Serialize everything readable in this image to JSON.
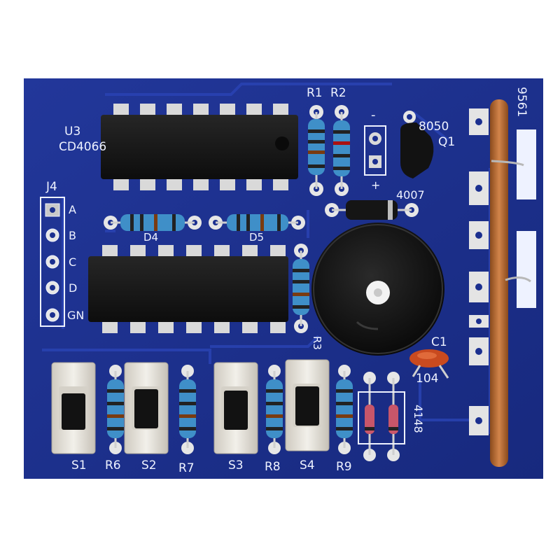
{
  "board": {
    "colors": {
      "pcb": "#1b2f8f",
      "pcb_dark": "#13236b",
      "silk": "#eef2ff",
      "ic_body": "#141414",
      "pin": "#d9d9d9",
      "switch_body": "#e7e4dc",
      "antenna": "#b4682f",
      "resistor": "#3f8fc8",
      "buzzer": "#1a1a1a"
    },
    "labels": {
      "u3": "U3",
      "u3_part": "CD4066",
      "j4": "J4",
      "pin_a": "A",
      "pin_b": "B",
      "pin_c": "C",
      "pin_d": "D",
      "pin_gn": "GN",
      "r1": "R1",
      "r2": "R2",
      "minus": "-",
      "plus": "+",
      "transistor": "8050",
      "q1": "Q1",
      "diode": "4007",
      "d4": "D4",
      "d5": "D5",
      "r3": "R3",
      "c1": "C1",
      "cap_value": "104",
      "code": "9561",
      "signal_diode": "4148",
      "s1": "S1",
      "r6": "R6",
      "s2": "S2",
      "r7": "R7",
      "s3": "S3",
      "r8": "R8",
      "s4": "S4",
      "r9": "R9"
    },
    "switches": [
      "S1",
      "S2",
      "S3",
      "S4"
    ],
    "icons": [
      "ic-chip-icon",
      "buzzer-icon",
      "slide-switch-icon",
      "resistor-icon",
      "antenna-coil-icon"
    ]
  }
}
